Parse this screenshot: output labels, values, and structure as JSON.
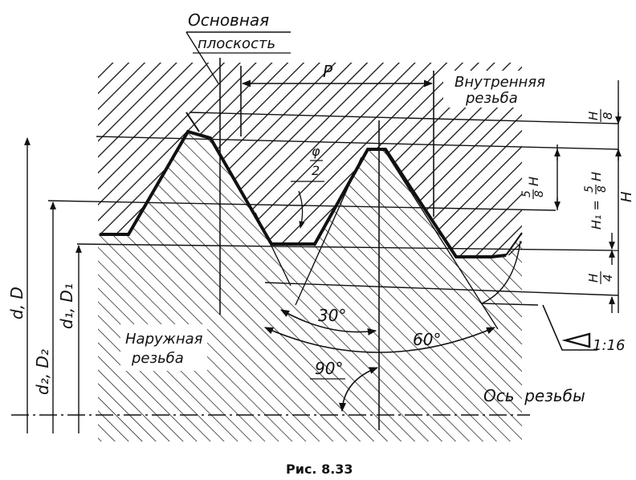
{
  "labels": {
    "base_plane_line1": "Основная",
    "base_plane_line2": "плоскость",
    "pitch": "P",
    "internal_line1": "Внутренняя",
    "internal_line2": "резьба",
    "external_line1": "Наружная",
    "external_line2": "резьба",
    "phi_num": "φ",
    "phi_den": "2",
    "angle_30": "30°",
    "angle_60": "60°",
    "angle_90": "90°",
    "taper": "1:16",
    "axis": "Ось  резьбы",
    "d_major": "d, D",
    "d_pitch": "d₂, D₂",
    "d_minor": "d₁, D₁",
    "h8_num": "H",
    "h8_den": "8",
    "h58_num": "5",
    "h58_den": "8",
    "h58_H": "H",
    "h1_expr": "H₁ = ",
    "h1_num": "5",
    "h1_den": "8",
    "h1_H": "H",
    "H_total": "H",
    "h4_num": "H",
    "h4_den": "4"
  },
  "caption": "Рис. 8.33",
  "colors": {
    "ink": "#111111",
    "background": "#ffffff"
  }
}
